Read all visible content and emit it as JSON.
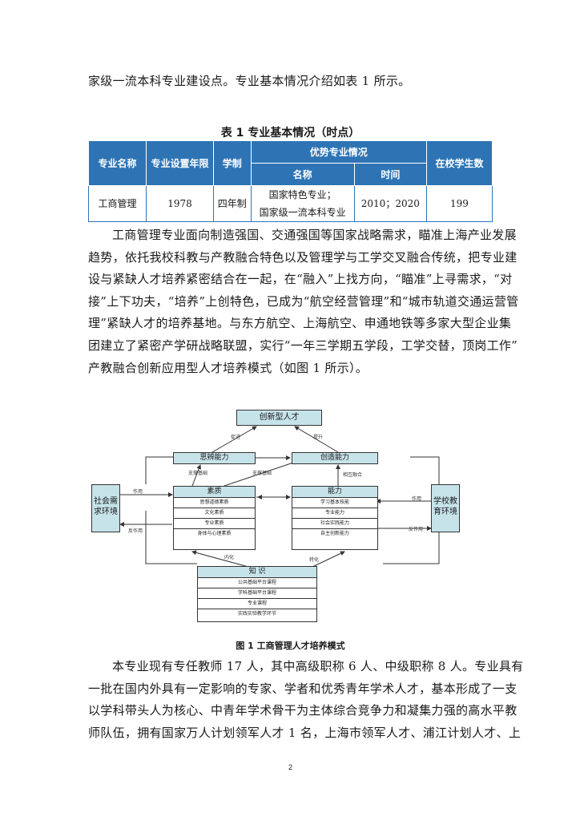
{
  "intro_line": "家级一流本科专业建设点。专业基本情况介绍如表 1 所示。",
  "table": {
    "title": "表 1  专业基本情况（时点）",
    "headers": {
      "name": "专业名称",
      "year": "专业设置年限",
      "system": "学制",
      "advantage": "优势专业情况",
      "adv_name": "名称",
      "adv_time": "时间",
      "students": "在校学生数"
    },
    "row": {
      "name": "工商管理",
      "year": "1978",
      "system": "四年制",
      "adv_name_1": "国家特色专业；",
      "adv_name_2": "国家级一流本科专业",
      "adv_time": "2010；2020",
      "students": "199"
    }
  },
  "main_paragraph": [
    "工商管理专业面向制造强国、交通强国等国家战略需求，瞄准上海产业发展",
    "趋势，依托我校科教与产教融合特色以及管理学与工学交叉融合传统，把专业建",
    "设与紧缺人才培养紧密结合在一起，在“融入”上找方向，“瞄准”上寻需求，“对",
    "接”上下功夫，“培养”上创特色，已成为“航空经营管理”和“城市轨道交通运营管",
    "理”紧缺人才的培养基地。与东方航空、上海航空、申通地铁等多家大型企业集",
    "团建立了紧密产学研战略联盟，实行“一年三学期五学段，工学交替，顶岗工作”",
    "产教融合创新应用型人才培养模式（如图 1 所示）。"
  ],
  "diagram": {
    "top": "创新型人才",
    "thinking": "思辨能力",
    "creating": "创造能力",
    "quality_title": "素质",
    "quality_items": [
      "思想道德素质",
      "文化素质",
      "专业素质",
      "身体与心理素质"
    ],
    "ability_title": "能力",
    "ability_items": [
      "学习基本技能",
      "专业能力",
      "社会实践能力",
      "自主创新能力"
    ],
    "knowledge_title": "知 识",
    "knowledge_items": [
      "公共基础平台课程",
      "学科基础平台课程",
      "专业课程",
      "实践实验教学环节"
    ],
    "society": "社会需求环境",
    "school": "学校教育环境",
    "labels": {
      "promote_left": "促进",
      "enhance_right": "提升",
      "support_thinking": "支撑基础",
      "support_creating": "支撑基础",
      "mutual": "相互融合",
      "act_left": "作用",
      "feedback_left": "反作用",
      "act_right": "作用",
      "feedback_right": "反作用",
      "internalize": "内化",
      "transform": "转化"
    }
  },
  "figure_caption": "图 1  工商管理人才培养模式",
  "staff_paragraph": [
    "本专业现有专任教师 17 人，其中高级职称 6 人、中级职称 8 人。专业具有",
    "一批在国内外具有一定影响的专家、学者和优秀青年学术人才，基本形成了一支",
    "以学科带头人为核心、中青年学术骨干为主体综合竞争力和凝集力强的高水平教",
    "师队伍，拥有国家万人计划领军人才 1 名，上海市领军人才、浦江计划人才、上"
  ],
  "page_number": "2"
}
